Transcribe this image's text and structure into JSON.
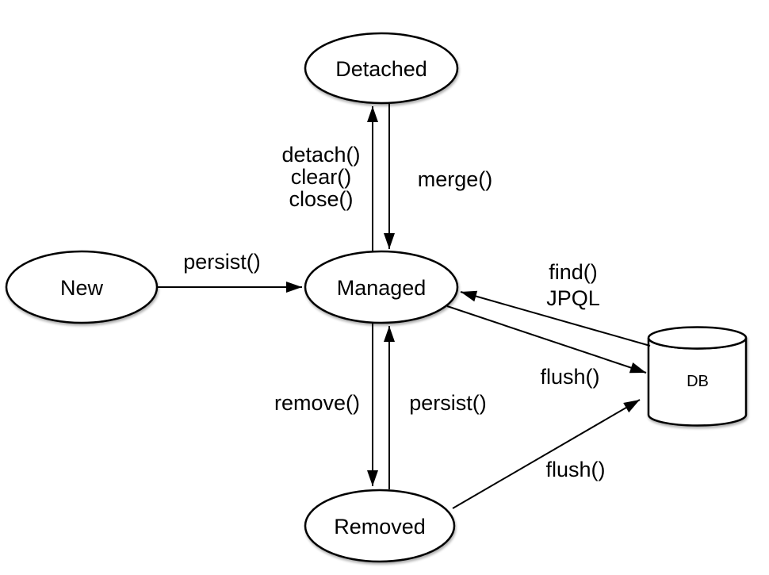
{
  "colors": {
    "background": "#ffffff",
    "stroke": "#000000",
    "node_fill": "#ffffff",
    "text": "#000000"
  },
  "nodes": {
    "new": {
      "label": "New"
    },
    "managed": {
      "label": "Managed"
    },
    "detached": {
      "label": "Detached"
    },
    "removed": {
      "label": "Removed"
    },
    "db": {
      "label": "DB"
    }
  },
  "edges": {
    "new_to_managed": {
      "label": "persist()"
    },
    "managed_to_detached": {
      "lines": [
        "detach()",
        "clear()",
        "close()"
      ]
    },
    "detached_to_managed": {
      "label": "merge()"
    },
    "managed_to_removed": {
      "label": "remove()"
    },
    "removed_to_managed": {
      "label": "persist()"
    },
    "db_to_managed": {
      "lines": [
        "find()",
        "JPQL"
      ]
    },
    "managed_to_db": {
      "label": "flush()"
    },
    "removed_to_db": {
      "label": "flush()"
    }
  }
}
